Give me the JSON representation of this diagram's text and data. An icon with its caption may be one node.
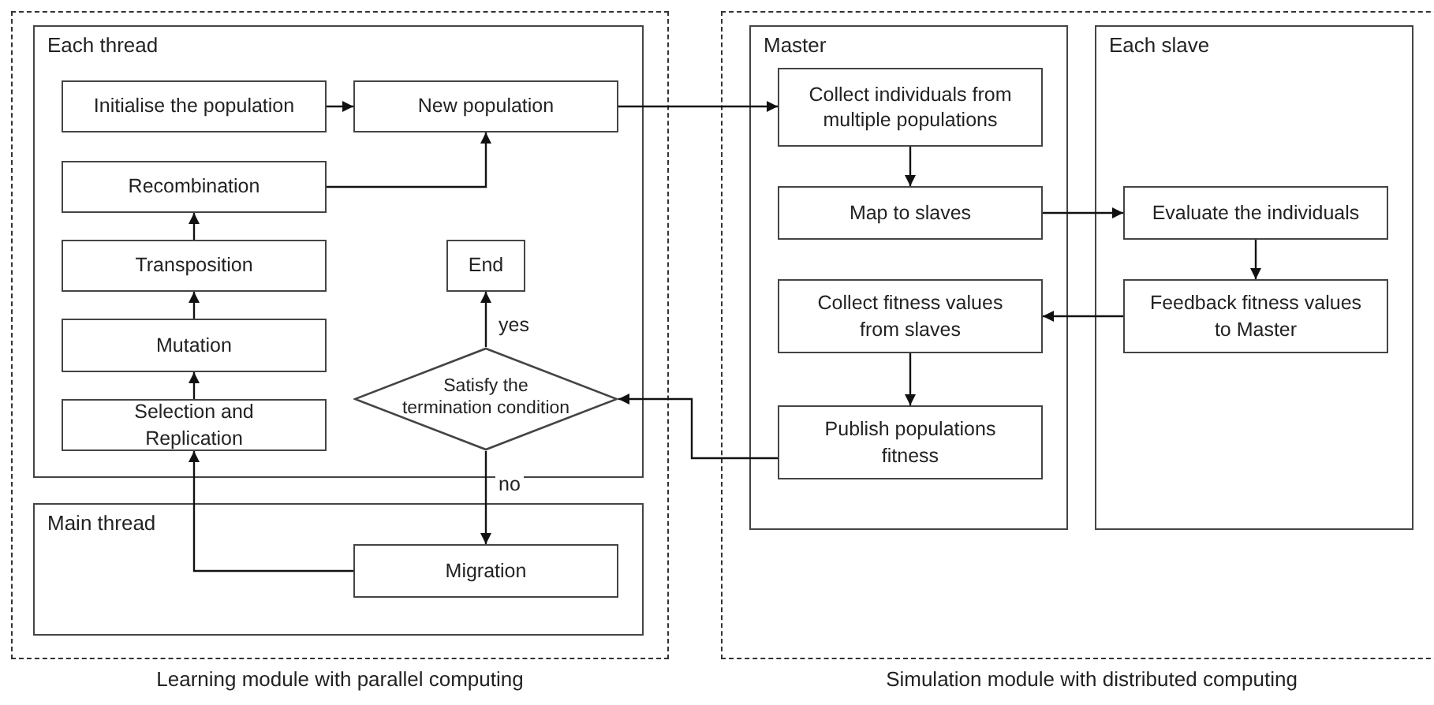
{
  "diagram": {
    "nodes": [
      {
        "text": [
          "Learning module with parallel computing"
        ]
      },
      {
        "text": [
          "Each thread"
        ],
        "in": 0
      },
      {
        "text": [
          "Initialise the population"
        ],
        "in": 1
      },
      {
        "text": [
          "New population"
        ],
        "in": 1
      },
      {
        "text": [
          "Recombination"
        ],
        "in": 1
      },
      {
        "text": [
          "Transposition"
        ],
        "in": 1
      },
      {
        "text": [
          "End"
        ],
        "in": 1
      },
      {
        "text": [
          "Mutation"
        ],
        "in": 1
      },
      {
        "text": [
          "Satisfy the termination condition"
        ],
        "in": 1
      },
      {
        "text": [
          "Selection and Replication"
        ],
        "in": 1
      },
      {
        "text": [
          "Main thread"
        ],
        "in": 0
      },
      {
        "text": [
          "Migration"
        ],
        "in": 10
      },
      {
        "text": [
          "Simulation module with distributed computing"
        ]
      },
      {
        "text": [
          "Master"
        ],
        "in": 12
      },
      {
        "text": [
          "Collect individuals from multiple populations"
        ],
        "in": 13
      },
      {
        "text": [
          "Map to slaves"
        ],
        "in": 13
      },
      {
        "text": [
          "Collect fitness values from slaves"
        ],
        "in": 13
      },
      {
        "text": [
          "Publish populations fitness"
        ],
        "in": 13
      },
      {
        "text": [
          "Each slave"
        ],
        "in": 12
      },
      {
        "text": [
          "Evaluate the individuals"
        ],
        "in": 18
      },
      {
        "text": [
          "Feedback fitness values to Master"
        ],
        "in": 18
      }
    ],
    "edges": [
      {
        "from": 2,
        "to": 3,
        "arrow": "to"
      },
      {
        "from": 4,
        "to": 3,
        "arrow": "to"
      },
      {
        "from": 5,
        "to": 4,
        "arrow": "to"
      },
      {
        "from": 7,
        "to": 5,
        "arrow": "to"
      },
      {
        "from": 9,
        "to": 7,
        "arrow": "to"
      },
      {
        "from": 8,
        "to": 6,
        "arrow": "to",
        "label": "yes"
      },
      {
        "from": 8,
        "to": 11,
        "arrow": "to",
        "label": "no"
      },
      {
        "from": 11,
        "to": 9,
        "arrow": "to"
      },
      {
        "from": 3,
        "to": 14,
        "arrow": "to"
      },
      {
        "from": 14,
        "to": 15,
        "arrow": "to"
      },
      {
        "from": 15,
        "to": 19,
        "arrow": "to"
      },
      {
        "from": 19,
        "to": 20,
        "arrow": "to"
      },
      {
        "from": 20,
        "to": 16,
        "arrow": "to"
      },
      {
        "from": 16,
        "to": 17,
        "arrow": "to"
      },
      {
        "from": 17,
        "to": 8,
        "arrow": "to"
      }
    ]
  }
}
